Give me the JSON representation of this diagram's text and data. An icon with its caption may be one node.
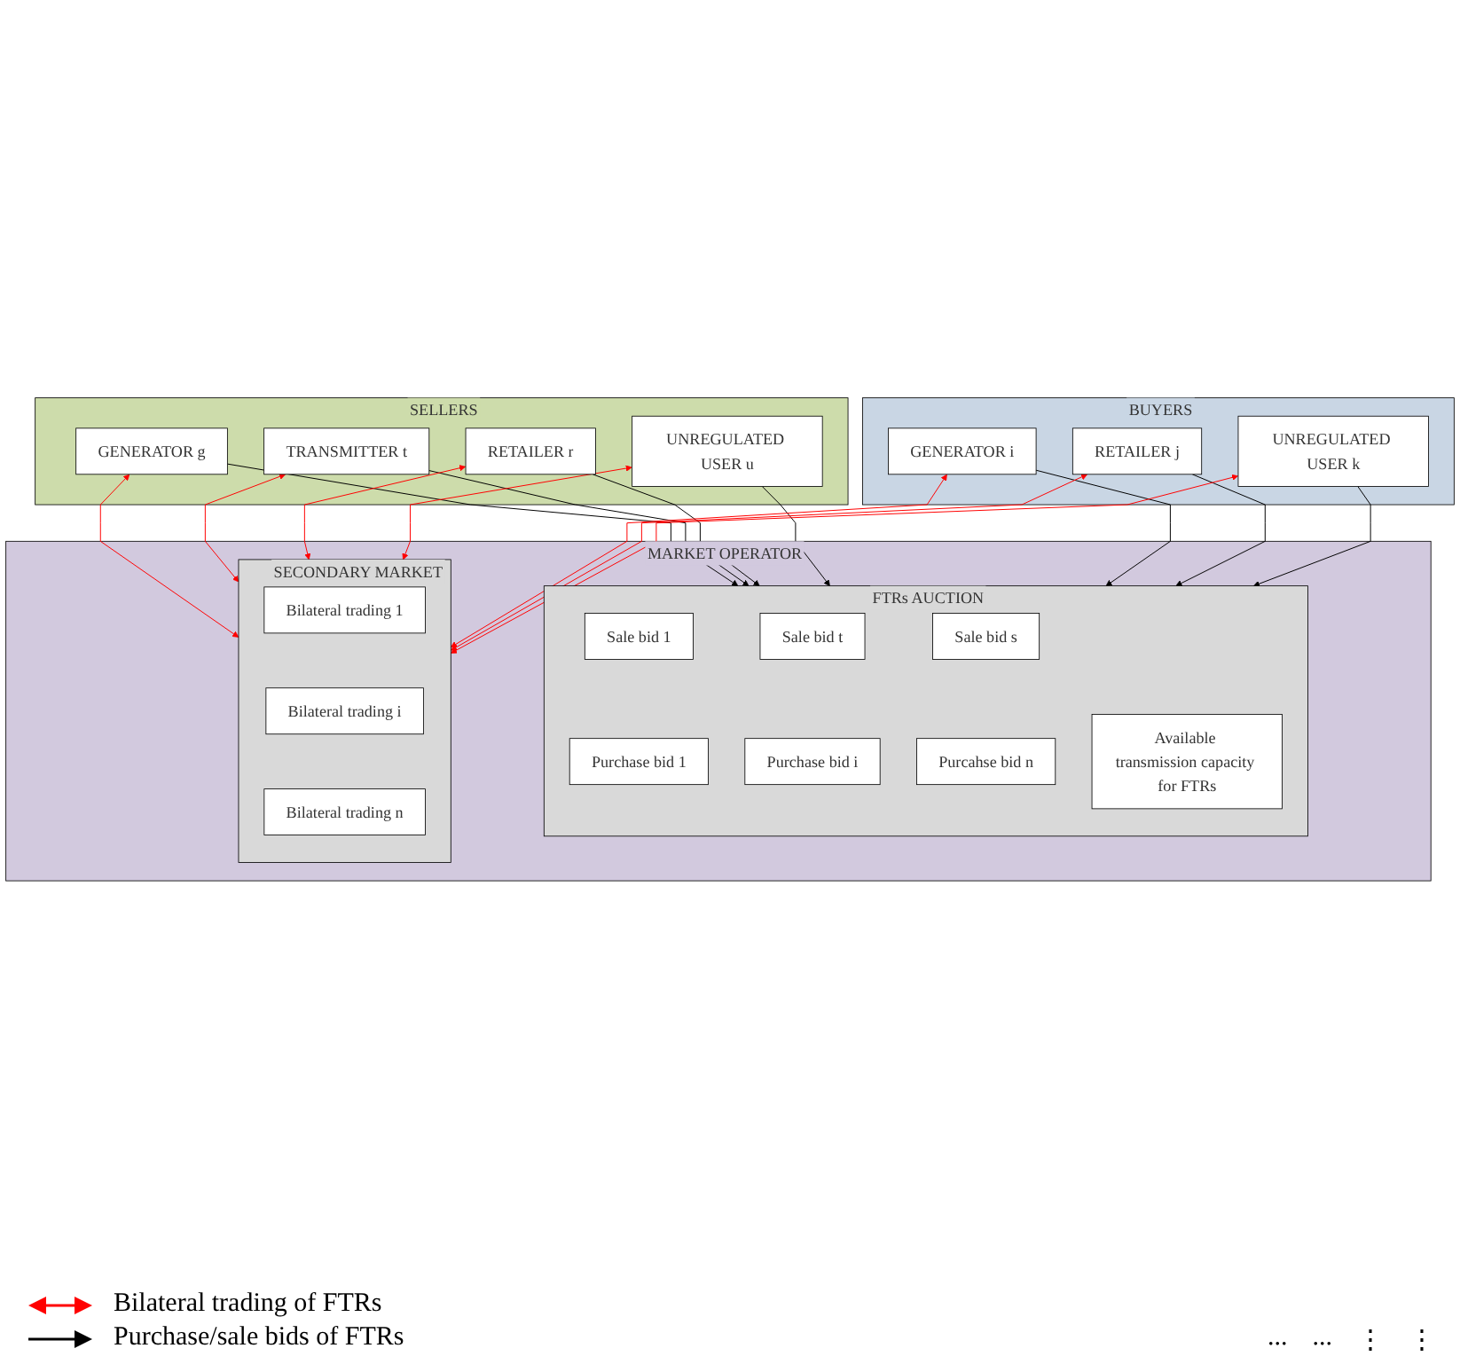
{
  "diagram": {
    "nodes": [
      {
        "text": [
          "SELLERS"
        ]
      },
      {
        "text": [
          "GENERATOR g"
        ],
        "in": 0
      },
      {
        "text": [
          "TRANSMITTER t"
        ],
        "in": 0
      },
      {
        "text": [
          "RETAILER r"
        ],
        "in": 0
      },
      {
        "text": [
          "UNREGULATED USER u"
        ],
        "in": 0
      },
      {
        "text": [
          "MARKET OPERATOR"
        ]
      },
      {
        "text": [
          "FTRs AUCTION"
        ],
        "in": 5
      },
      {
        "text": [
          "Sale bid 1"
        ],
        "in": 6
      },
      {
        "text": [
          "Sale bid t"
        ],
        "in": 6
      },
      {
        "text": [
          "Sale bid s"
        ],
        "in": 6
      },
      {
        "text": [
          "Purchase bid 1"
        ],
        "in": 6
      },
      {
        "text": [
          "Purchase bid i"
        ],
        "in": 6
      },
      {
        "text": [
          "Purcahse bid n"
        ],
        "in": 6
      },
      {
        "text": [
          "Available transmission capacity for FTRs"
        ],
        "in": 6
      },
      {
        "text": [
          "SECONDARY MARKET"
        ],
        "in": 5
      },
      {
        "text": [
          "Bilateral trading 1"
        ],
        "in": 14
      },
      {
        "text": [
          "Bilateral trading i"
        ],
        "in": 14
      },
      {
        "text": [
          "Bilateral trading n"
        ],
        "in": 14
      },
      {
        "text": [
          "BUYERS"
        ]
      },
      {
        "text": [
          "GENERATOR i"
        ],
        "in": 18
      },
      {
        "text": [
          "RETAILER j"
        ],
        "in": 18
      },
      {
        "text": [
          "UNREGULATED USER k"
        ],
        "in": 18
      }
    ],
    "edges": [
      {
        "from": 1,
        "to": 6,
        "arrow": "to"
      },
      {
        "from": 2,
        "to": 6,
        "arrow": "to"
      },
      {
        "from": 3,
        "to": 6,
        "arrow": "to"
      },
      {
        "from": 4,
        "to": 6,
        "arrow": "to"
      },
      {
        "from": 1,
        "to": 14,
        "arrow": "both",
        "color": "#ff0000"
      },
      {
        "from": 2,
        "to": 14,
        "arrow": "both",
        "color": "#ff0000"
      },
      {
        "from": 3,
        "to": 14,
        "arrow": "both",
        "color": "#ff0000"
      },
      {
        "from": 4,
        "to": 14,
        "arrow": "both",
        "color": "#ff0000"
      },
      {
        "from": 19,
        "to": 6,
        "arrow": "to"
      },
      {
        "from": 20,
        "to": 6,
        "arrow": "to"
      },
      {
        "from": 21,
        "to": 6,
        "arrow": "to"
      },
      {
        "from": 19,
        "to": 14,
        "arrow": "both",
        "color": "#ff0000"
      },
      {
        "from": 20,
        "to": 14,
        "arrow": "both",
        "color": "#ff0000"
      },
      {
        "from": 21,
        "to": 14,
        "arrow": "both",
        "color": "#ff0000"
      }
    ],
    "labels": [
      "...",
      "...",
      "⋮",
      "⋮"
    ],
    "legend": [
      {
        "text": "Bilateral trading of FTRs"
      },
      {
        "text": "Purchase/sale bids of FTRs"
      }
    ]
  }
}
